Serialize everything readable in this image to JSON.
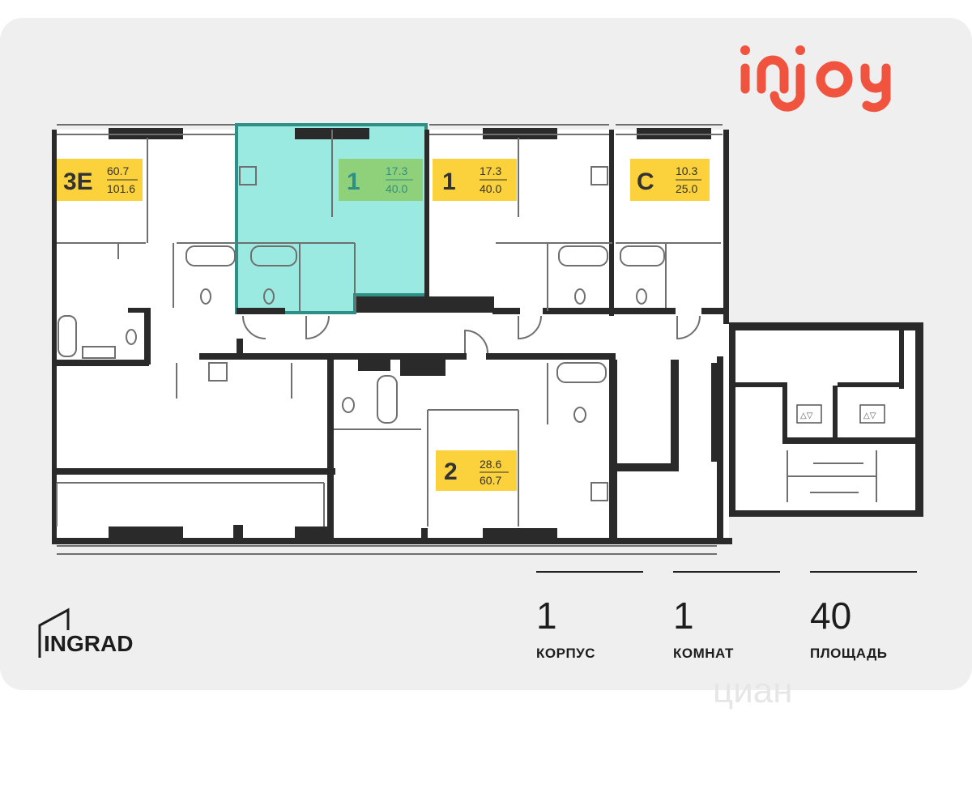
{
  "brand": {
    "name": "injoy",
    "color": "#f0543e"
  },
  "developer": {
    "name": "INGRAD"
  },
  "watermark": "циан",
  "colors": {
    "highlight": "#9aeae1",
    "highlight_border": "#2e8f86",
    "badge": "#fbd23c",
    "badge_selected": "#8fd17b",
    "wall": "#2a2a2a"
  },
  "apartments": [
    {
      "rooms": "3E",
      "living": "60.7",
      "total": "101.6",
      "selected": false
    },
    {
      "rooms": "1",
      "living": "17.3",
      "total": "40.0",
      "selected": true
    },
    {
      "rooms": "1",
      "living": "17.3",
      "total": "40.0",
      "selected": false
    },
    {
      "rooms": "С",
      "living": "10.3",
      "total": "25.0",
      "selected": false
    },
    {
      "rooms": "2",
      "living": "28.6",
      "total": "60.7",
      "selected": false
    }
  ],
  "stats": [
    {
      "value": "1",
      "label": "КОРПУС"
    },
    {
      "value": "1",
      "label": "КОМНАТ"
    },
    {
      "value": "40",
      "label": "ПЛОЩАДЬ"
    }
  ]
}
